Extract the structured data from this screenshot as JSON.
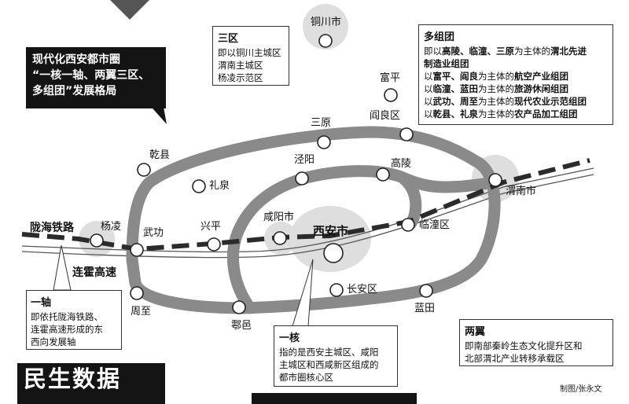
{
  "banner": {
    "line1": "现代化西安都市圈",
    "line2": "“一核一轴、两翼三区、",
    "line3": "多组团”发展格局"
  },
  "three_zones": {
    "title": "三区",
    "items": [
      "即以铜川主城区",
      "渭南主城区",
      "杨凌示范区"
    ]
  },
  "clusters": {
    "title": "多组团",
    "lines": [
      {
        "pre": "即以",
        "bold": "高陵、临潼、三原",
        "mid": "为主体的",
        "bold2": "渭北先进"
      },
      {
        "pre": "",
        "bold": "制造业组团",
        "mid": "",
        "bold2": ""
      },
      {
        "pre": "以",
        "bold": "富平、阎良",
        "mid": "为主体的",
        "bold2": "航空产业组团"
      },
      {
        "pre": "以",
        "bold": "临潼、蓝田",
        "mid": "为主体的",
        "bold2": "旅游休闲组团"
      },
      {
        "pre": "以",
        "bold": "武功、周至",
        "mid": "为主体的",
        "bold2": "现代农业示范组团"
      },
      {
        "pre": "以",
        "bold": "乾县、礼泉",
        "mid": "为主体的",
        "bold2": "农产品加工组团"
      }
    ]
  },
  "axis_box": {
    "title": "一轴",
    "lines": [
      "即依托陇海铁路、",
      "连霍高速形成的东",
      "西向发展轴"
    ]
  },
  "core_box": {
    "title": "一核",
    "lines": [
      "指的是西安主城区、咸阳",
      "主城区和西咸新区组成的",
      "都市圈核心区"
    ]
  },
  "wings_box": {
    "title": "两翼",
    "lines": [
      "即南部秦岭生态文化提升区和",
      "北部渭北产业转移承载区"
    ]
  },
  "rail_label": "陇海铁路",
  "highway_label": "连霍高速",
  "places": {
    "tongchuan": "铜川市",
    "fuping": "富平",
    "yanliang": "阎良区",
    "sanyuan": "三原",
    "qianxian": "乾县",
    "liquan": "礼泉",
    "jingyang": "泾阳",
    "gaoling": "高陵",
    "weinan": "渭南市",
    "yangling": "杨凌",
    "wugong": "武功",
    "xingping": "兴平",
    "xianyang": "咸阳市",
    "xian": "西安市",
    "lintong": "临潼区",
    "changan": "长安区",
    "zhouzhi": "周至",
    "huyi": "鄠邑",
    "lantian": "蓝田"
  },
  "minsheng": "民生数据",
  "credit": "制图/张永文",
  "colors": {
    "ring": "#8a8a8a",
    "rail": "#2b2b2b",
    "dark": "#141414",
    "zone_circle": "#d9d9d9"
  }
}
